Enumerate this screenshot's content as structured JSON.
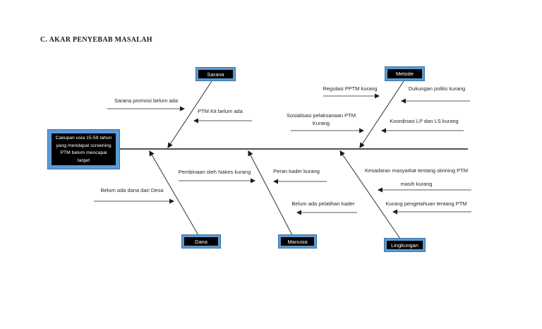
{
  "title": "C. AKAR PENYEBAB MASALAH",
  "diagram_type": "fishbone",
  "colors": {
    "box_fill": "#5b9bd5",
    "box_border": "#41719c",
    "box_inner": "#000000",
    "box_text": "#ffffff",
    "line": "#595959",
    "spine": "#1a1a1a"
  },
  "head": {
    "text": "Cakupan usia 15-59 tahun yang mendapat screening PTM belum mencapai target",
    "lines": [
      "Cakupan usia 15-59 tahun",
      "yang mendapat screening",
      "PTM belum mencapai",
      "target"
    ]
  },
  "categories": [
    {
      "label": "Sarana",
      "position": "top"
    },
    {
      "label": "Metode",
      "position": "top"
    },
    {
      "label": "Dana",
      "position": "bottom"
    },
    {
      "label": "Manusia",
      "position": "bottom"
    },
    {
      "label": "Lingkungan",
      "position": "bottom"
    }
  ],
  "causes": [
    {
      "category": "Sarana",
      "arrow": "right",
      "lines": [
        "Sarana promosi belum ada"
      ]
    },
    {
      "category": "Sarana",
      "arrow": "left",
      "lines": [
        "PTM Kit belum ada"
      ]
    },
    {
      "category": "Metode",
      "arrow": "right",
      "lines": [
        "Regulasi PPTM kurang"
      ]
    },
    {
      "category": "Metode",
      "arrow": "left",
      "lines": [
        "Dukungan politis kurang"
      ]
    },
    {
      "category": "Metode",
      "arrow": "right",
      "lines": [
        "Sosialisasi pelaksanaan PTM",
        "Kurang"
      ]
    },
    {
      "category": "Metode",
      "arrow": "left",
      "lines": [
        "Koordinasi LP dan LS kurang"
      ]
    },
    {
      "category": "Manusia",
      "arrow": "right",
      "lines": [
        "Pembinaan oleh Nakes kurang"
      ]
    },
    {
      "category": "Dana",
      "arrow": "right",
      "lines": [
        "Belum ada dana dari Desa"
      ]
    },
    {
      "category": "Manusia",
      "arrow": "left",
      "lines": [
        "Peran kader kurang"
      ]
    },
    {
      "category": "Manusia",
      "arrow": "left",
      "lines": [
        "Belum ada pelatihan kader"
      ]
    },
    {
      "category": "Lingkungan",
      "arrow": "left",
      "lines": [
        "Kesadaran masyarkat tentang skrining PTM",
        "masih kurang"
      ]
    },
    {
      "category": "Lingkungan",
      "arrow": "left",
      "lines": [
        "Kurang pengetahuan tentang PTM"
      ]
    }
  ]
}
